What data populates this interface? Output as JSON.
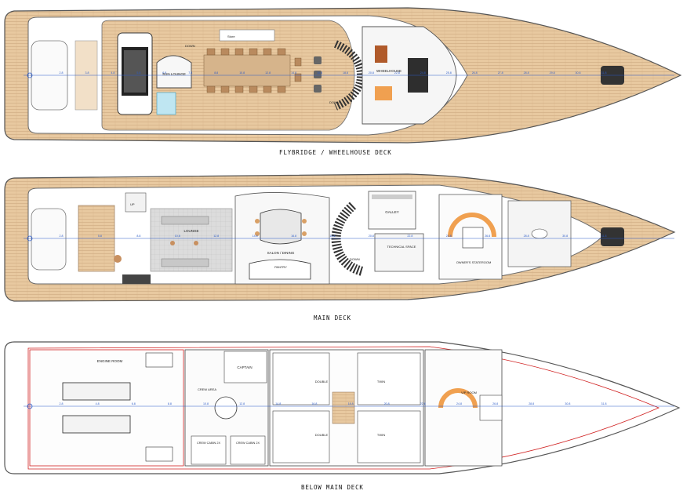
{
  "colors": {
    "wood": "#e8c9a0",
    "wood_line": "#c9a37a",
    "hull_line": "#6a6a6a",
    "interior": "#f4f4f4",
    "grey_floor": "#d9d9d9",
    "orange": "#f0a050",
    "cyan": "#6cc3e0",
    "red_line": "#d02020",
    "blue_line": "#2a5ac8"
  },
  "decks": [
    {
      "caption": "FLYBRIDGE / WHEELHOUSE DECK",
      "labels": {
        "sunlounge": "SUN LOUNGE",
        "wheelhouse": "WHEELHOUSE",
        "down1": "DOWN",
        "down2": "DOWN",
        "store": "Store"
      },
      "frames": [
        "2.8",
        "3.8",
        "4.8",
        "5.8",
        "6.8",
        "7.8",
        "8.8",
        "10.8",
        "12.8",
        "14.8",
        "16.8",
        "18.8",
        "20.8",
        "22.8",
        "24.8",
        "25.8",
        "26.8",
        "27.8",
        "28.8",
        "29.8",
        "30.8",
        "31.8"
      ]
    },
    {
      "caption": "MAIN DECK",
      "labels": {
        "lounge": "LOUNGE",
        "salon": "SALON / DINING",
        "galley": "GALLEY",
        "technical": "TECHNICAL SPACE",
        "owners": "OWNER'S STATEROOM",
        "pantry": "PANTRY",
        "up": "UP",
        "down": "DOWN"
      },
      "frames": [
        "2.8",
        "5.8",
        "8.8",
        "10.8",
        "12.8",
        "14.8",
        "16.8",
        "18.8",
        "20.8",
        "22.8",
        "24.8",
        "26.8",
        "28.8",
        "30.8",
        "31.8"
      ]
    },
    {
      "caption": "BELOW MAIN DECK",
      "labels": {
        "engine": "ENGINE ROOM",
        "captain": "CAPTAIN",
        "crewarea": "CREW AREA",
        "crewcabin1": "CREW CABIN 2X",
        "crewcabin2": "CREW CABIN 2X",
        "double1": "DOUBLE",
        "double2": "DOUBLE",
        "twin1": "TWIN",
        "twin2": "TWIN",
        "vip": "VIP ROOM"
      },
      "frames": [
        "2.8",
        "4.8",
        "6.8",
        "8.8",
        "10.8",
        "12.8",
        "14.8",
        "16.8",
        "18.8",
        "20.8",
        "22.8",
        "24.8",
        "26.8",
        "28.8",
        "30.8",
        "31.8"
      ]
    }
  ]
}
